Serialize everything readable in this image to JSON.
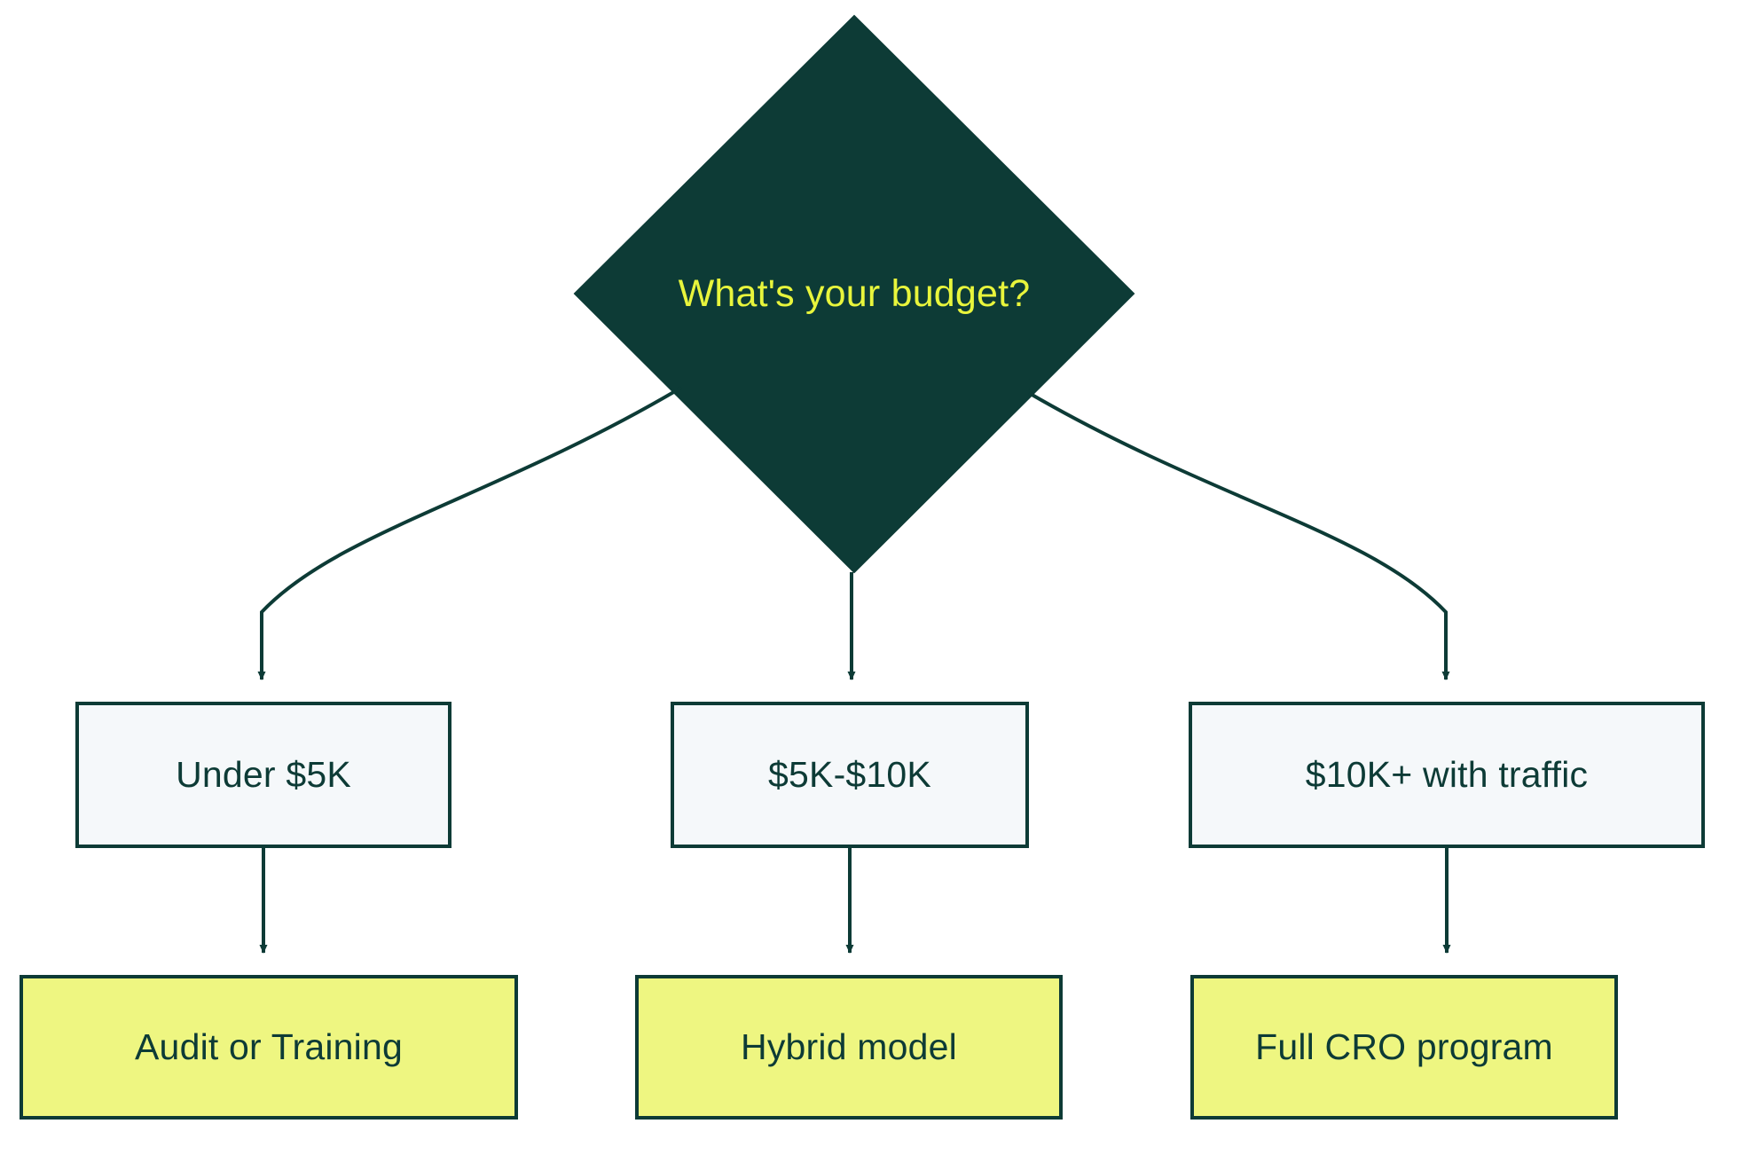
{
  "diagram": {
    "type": "flowchart",
    "orientation": "top-down",
    "colors": {
      "decision_fill": "#0d3b36",
      "decision_text": "#e8f53c",
      "process_fill": "#f5f8fa",
      "process_stroke": "#0d3b36",
      "process_text": "#0d3b36",
      "result_fill": "#eef681",
      "result_stroke": "#0d3b36",
      "result_text": "#0d3b36",
      "edge_stroke": "#0d3b36",
      "background": "#ffffff"
    },
    "decision": {
      "id": "budget-question",
      "label": "What's your budget?",
      "shape": "diamond"
    },
    "branches": [
      {
        "id": "branch-under-5k",
        "option": {
          "id": "option-under-5k",
          "label": "Under $5K",
          "shape": "rectangle"
        },
        "outcome": {
          "id": "outcome-audit-or-training",
          "label": "Audit or Training",
          "shape": "rectangle"
        }
      },
      {
        "id": "branch-5k-10k",
        "option": {
          "id": "option-5k-10k",
          "label": "$5K-$10K",
          "shape": "rectangle"
        },
        "outcome": {
          "id": "outcome-hybrid-model",
          "label": "Hybrid model",
          "shape": "rectangle"
        }
      },
      {
        "id": "branch-10k-plus",
        "option": {
          "id": "option-10k-plus",
          "label": "$10K+ with traffic",
          "shape": "rectangle"
        },
        "outcome": {
          "id": "outcome-full-cro-program",
          "label": "Full CRO program",
          "shape": "rectangle"
        }
      }
    ]
  }
}
